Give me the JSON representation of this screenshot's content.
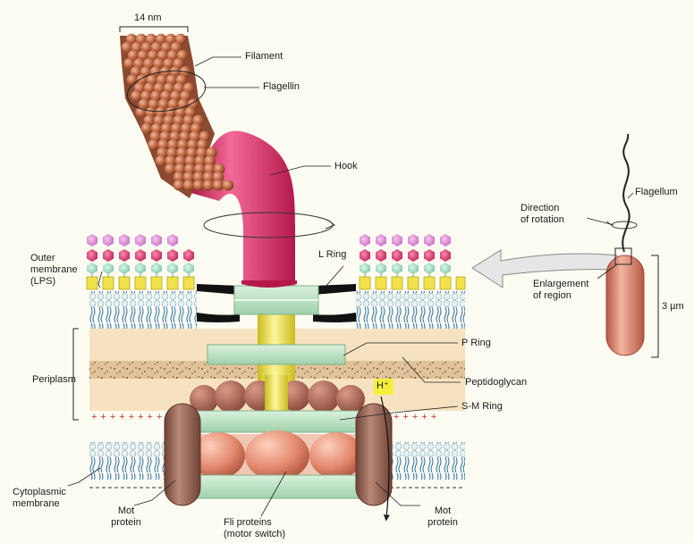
{
  "labels": {
    "scale": "14 nm",
    "filament": "Filament",
    "flagellin": "Flagellin",
    "hook": "Hook",
    "l_ring": "L Ring",
    "outer_membrane": "Outer\nmembrane\n(LPS)",
    "p_ring": "P Ring",
    "periplasm": "Periplasm",
    "peptidoglycan": "Peptidoglycan",
    "h_plus": "H⁺",
    "sm_ring": "S-M Ring",
    "cytoplasmic_membrane": "Cytoplasmic\nmembrane",
    "mot_protein_left": "Mot\nprotein",
    "mot_protein_right": "Mot\nprotein",
    "fli_proteins": "Fli proteins\n(motor switch)",
    "direction_of_rotation": "Direction\nof rotation",
    "flagellum": "Flagellum",
    "enlargement": "Enlargement\nof region",
    "cell_length": "3 µm"
  },
  "colors": {
    "background": "#fdfcf3",
    "filament": "#c06a45",
    "hook": "#d6245f",
    "rod": "#f0e64a",
    "rings": "#bfe3c6",
    "periplasm": "#f6e2c0",
    "lps_hex": [
      "#dd9ad8",
      "#e2457a",
      "#a6e0c8"
    ],
    "lipid_head": "#e7f2f4",
    "lipid_tail": "#2c6fa3",
    "mot_protein": "#9a6a5c",
    "fli_protein": "#e38a70",
    "cell": "#d87e68"
  }
}
